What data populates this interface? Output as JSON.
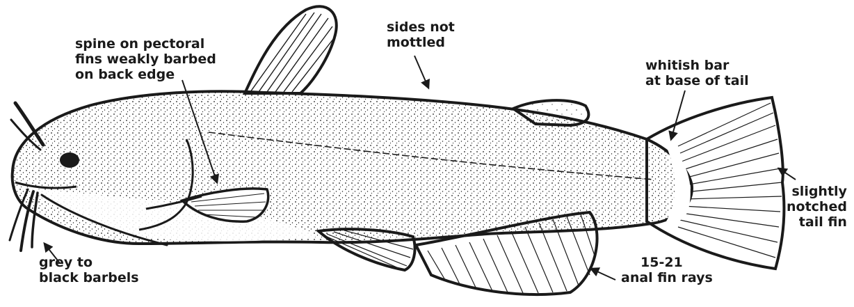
{
  "labels": {
    "spine": [
      "spine on pectoral",
      "fins weakly barbed",
      "on back edge"
    ],
    "sides": [
      "sides not",
      "mottled"
    ],
    "tail_bar": [
      "whitish bar",
      "at base of tail"
    ],
    "tail_fin": [
      "slightly",
      "notched",
      "tail fin"
    ],
    "anal_rays": [
      "15-21",
      "anal fin rays"
    ],
    "barbels": [
      "grey to",
      "black barbels"
    ]
  },
  "colors": {
    "ink": "#1a1a1a",
    "paper": "#ffffff",
    "body_fill": "#f2f2f2"
  }
}
